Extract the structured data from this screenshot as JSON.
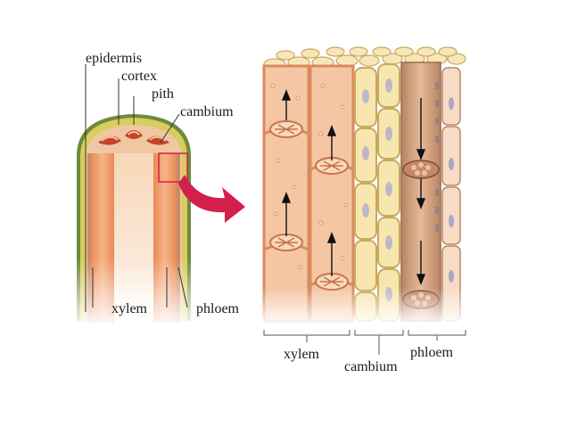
{
  "labels": {
    "epidermis": "epidermis",
    "cortex": "cortex",
    "pith": "pith",
    "cambium": "cambium",
    "xylem": "xylem",
    "phloem": "phloem",
    "detail_xylem": "xylem",
    "detail_cambium": "cambium",
    "detail_phloem": "phloem"
  },
  "colors": {
    "epidermis": "#6f8a3a",
    "cortex": "#d6c95a",
    "xylem_cell": "#f3c5a3",
    "xylem_wall": "#d98a5c",
    "cambium_cell": "#f7e7b0",
    "cambium_wall": "#c9a860",
    "phloem_cell": "#dca98a",
    "arrow": "#d31f4b"
  }
}
